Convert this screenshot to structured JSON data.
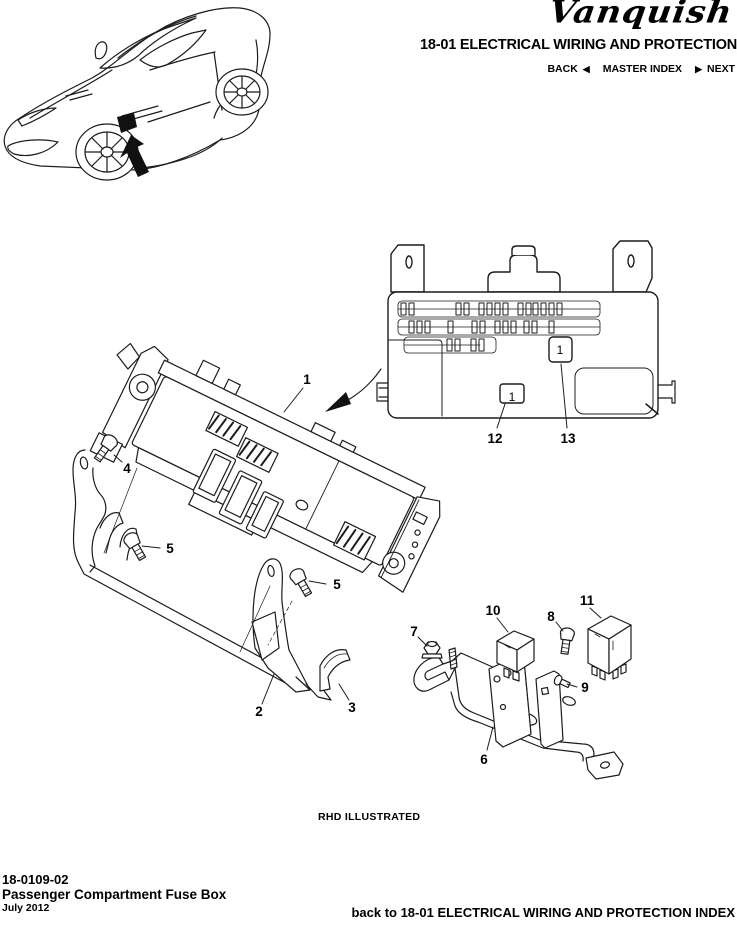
{
  "header": {
    "logo_text": "Vanquish",
    "section_title": "18-01 ELECTRICAL WIRING AND PROTECTION",
    "nav": {
      "back_label": "BACK",
      "back_arrow": "◀",
      "master_index_label": "MASTER INDEX",
      "next_arrow": "▶",
      "next_label": "NEXT"
    }
  },
  "diagram": {
    "note": "RHD ILLUSTRATED",
    "inset": {
      "relay_box_a": "1",
      "relay_box_b": "1"
    },
    "callouts": {
      "c1": "1",
      "c2": "2",
      "c3": "3",
      "c4": "4",
      "c5a": "5",
      "c5b": "5",
      "c6": "6",
      "c7": "7",
      "c8": "8",
      "c9": "9",
      "c10": "10",
      "c11": "11",
      "c12": "12",
      "c13": "13"
    }
  },
  "footer": {
    "doc_number": "18-0109-02",
    "doc_title": "Passenger Compartment Fuse Box",
    "date": "July 2012",
    "back_link": "back to 18-01 ELECTRICAL WIRING AND PROTECTION INDEX"
  },
  "colors": {
    "ink": "#000000",
    "line_art": "#1c1c1c",
    "background": "#ffffff"
  }
}
